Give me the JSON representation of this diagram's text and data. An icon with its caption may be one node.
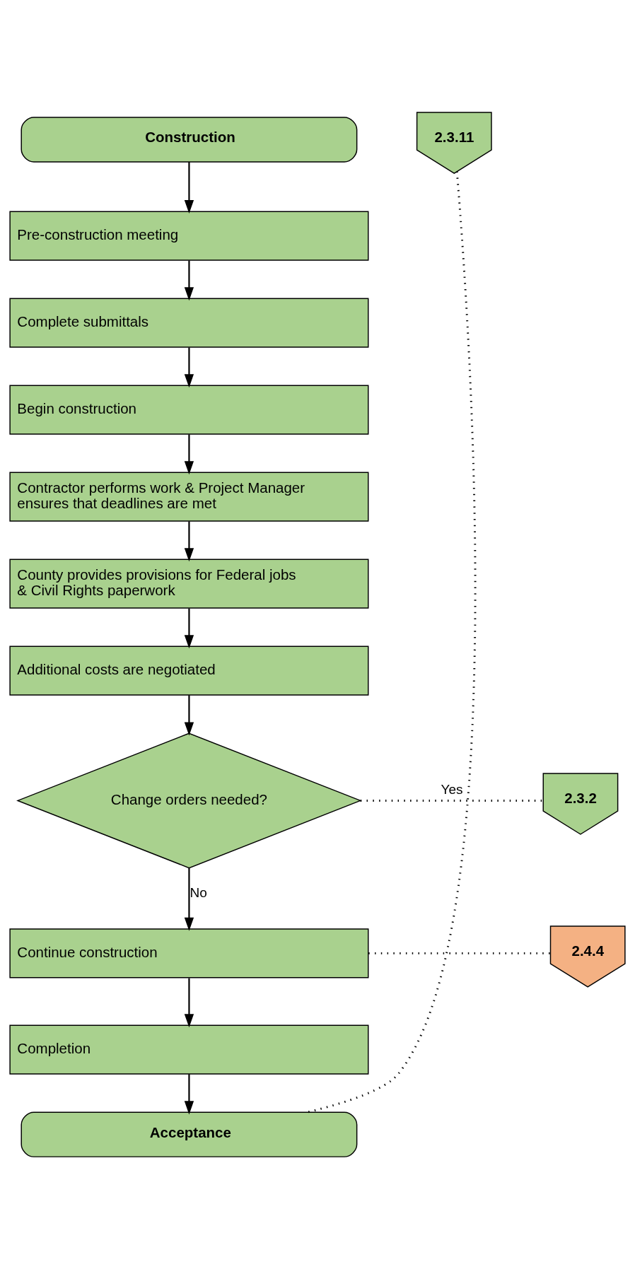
{
  "diagram": {
    "nodes": [
      {
        "text": [
          "Construction"
        ]
      },
      {
        "text": [
          "Pre-construction meeting"
        ]
      },
      {
        "text": [
          "Complete submittals"
        ]
      },
      {
        "text": [
          "Begin construction"
        ]
      },
      {
        "text": [
          "Contractor performs work & Project Manager ensures that deadlines are met"
        ]
      },
      {
        "text": [
          "County provides provisions for Federal jobs & Civil Rights paperwork"
        ]
      },
      {
        "text": [
          "Additional costs are negotiated"
        ]
      },
      {
        "text": [
          "Change orders needed?"
        ]
      },
      {
        "text": [
          "2.3.2"
        ]
      },
      {
        "text": [
          "Continue construction"
        ]
      },
      {
        "text": [
          "2.4.4"
        ]
      },
      {
        "text": [
          "Completion"
        ]
      },
      {
        "text": [
          "2.3.11"
        ]
      },
      {
        "text": [
          "Acceptance"
        ]
      }
    ],
    "edges": [
      {
        "from": 0,
        "to": 1,
        "arrow": "to"
      },
      {
        "from": 1,
        "to": 2,
        "arrow": "to"
      },
      {
        "from": 2,
        "to": 3,
        "arrow": "to"
      },
      {
        "from": 3,
        "to": 4,
        "arrow": "to"
      },
      {
        "from": 4,
        "to": 5,
        "arrow": "to"
      },
      {
        "from": 5,
        "to": 6,
        "arrow": "to"
      },
      {
        "from": 6,
        "to": 7,
        "arrow": "to"
      },
      {
        "from": 7,
        "to": 8,
        "arrow": "none",
        "label": "Yes",
        "style": "dashed"
      },
      {
        "from": 7,
        "to": 9,
        "arrow": "to",
        "label": "No"
      },
      {
        "from": 9,
        "to": 10,
        "arrow": "none",
        "style": "dashed"
      },
      {
        "from": 9,
        "to": 11,
        "arrow": "to"
      },
      {
        "from": 11,
        "to": 13,
        "arrow": "to"
      },
      {
        "from": 12,
        "to": 13,
        "arrow": "none",
        "style": "dashed"
      }
    ]
  }
}
